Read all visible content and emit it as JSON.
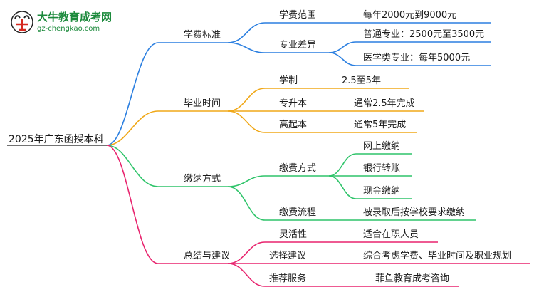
{
  "logo": {
    "name": "大牛教育成考网",
    "url": "gz-chengkao.com"
  },
  "colors": {
    "blue": "#2b7fe0",
    "orange": "#f0a818",
    "green": "#2fc46a",
    "magenta": "#e8246e",
    "root_line": "#444444"
  },
  "root": {
    "label": "2025年广东函授本科"
  },
  "branches": [
    {
      "key": "b1",
      "color": "blue",
      "label": "学费标准",
      "children": [
        {
          "label": "学费范围",
          "children": [
            {
              "label": "每年2000元到9000元"
            }
          ]
        },
        {
          "label": "专业差异",
          "children": [
            {
              "label": "普通专业：2500元至3500元"
            },
            {
              "label": "医学类专业：每年5000元"
            }
          ]
        }
      ]
    },
    {
      "key": "b2",
      "color": "orange",
      "label": "毕业时间",
      "children": [
        {
          "label": "学制",
          "children": [
            {
              "label": "2.5至5年"
            }
          ]
        },
        {
          "label": "专升本",
          "children": [
            {
              "label": "通常2.5年完成"
            }
          ]
        },
        {
          "label": "高起本",
          "children": [
            {
              "label": "通常5年完成"
            }
          ]
        }
      ]
    },
    {
      "key": "b3",
      "color": "green",
      "label": "缴纳方式",
      "children": [
        {
          "label": "缴费方式",
          "children": [
            {
              "label": "网上缴纳"
            },
            {
              "label": "银行转账"
            },
            {
              "label": "现金缴纳"
            }
          ]
        },
        {
          "label": "缴费流程",
          "children": [
            {
              "label": "被录取后按学校要求缴纳"
            }
          ]
        }
      ]
    },
    {
      "key": "b4",
      "color": "magenta",
      "label": "总结与建议",
      "children": [
        {
          "label": "灵活性",
          "children": [
            {
              "label": "适合在职人员"
            }
          ]
        },
        {
          "label": "选择建议",
          "children": [
            {
              "label": "综合考虑学费、毕业时间及职业规划"
            }
          ]
        },
        {
          "label": "推荐服务",
          "children": [
            {
              "label": "菲鱼教育成考咨询"
            }
          ]
        }
      ]
    }
  ]
}
